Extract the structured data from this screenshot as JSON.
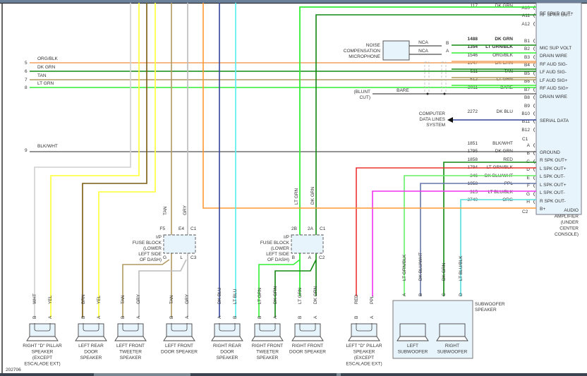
{
  "figure_id": "202706",
  "colors": {
    "ORG/BLK": "#f0a060",
    "DK GRN": "#118811",
    "TAN": "#b09a60",
    "LT GRN": "#33ee33",
    "BLK/WHT": "#555555",
    "WHT": "#d0d0d0",
    "YEL": "#ffff33",
    "BRN": "#7a5a10",
    "GRY": "#bbbbbb",
    "ORG": "#ff9933",
    "DK BLU": "#334499",
    "LT BLU": "#55eeee",
    "RED": "#ee3333",
    "PPL": "#ee33ee",
    "LT GRN/BLK": "#66ee66",
    "DK BLU/WHT": "#6677aa",
    "LT BLU/BLK": "#55dddd",
    "BARE": "#222222"
  },
  "left_circuits": [
    {
      "num": "5",
      "color": "ORG/BLK"
    },
    {
      "num": "6",
      "color": "DK GRN"
    },
    {
      "num": "7",
      "color": "TAN"
    },
    {
      "num": "8",
      "color": "LT GRN"
    },
    {
      "num": "9",
      "color": "BLK/WHT"
    }
  ],
  "amplifier": {
    "label": "AUDIO AMPLIFIER (UNDER CENTER CONSOLE)",
    "label_lines": [
      "AUDIO",
      "AMPLIFIER",
      "(UNDER",
      "CENTER",
      "CONSOLE)"
    ],
    "connector1": "C1",
    "connector2": "C2",
    "pins": [
      {
        "pin": "A10",
        "circuit": "117",
        "color": "DK GRN",
        "function": "RF SPKR OUT-"
      },
      {
        "pin": "A11",
        "circuit": "",
        "color": "",
        "function": ""
      },
      {
        "pin": "A12",
        "circuit": "",
        "color": "",
        "function": ""
      },
      {
        "pin": "B1",
        "circuit": "1488",
        "color": "DK GRN",
        "function": "MIC SUP VOLT"
      },
      {
        "pin": "B2",
        "circuit": "1354",
        "color": "LT GRN/BLK",
        "function": "DRAIN WIRE"
      },
      {
        "pin": "B3",
        "circuit": "1546",
        "color": "ORG/BLK",
        "function": "RF AUD SIG-"
      },
      {
        "pin": "B4",
        "circuit": "1947",
        "color": "DK GRN",
        "function": "LF AUD SIG-"
      },
      {
        "pin": "B5",
        "circuit": "511",
        "color": "TAN",
        "function": "LF AUD SIG+"
      },
      {
        "pin": "B6",
        "circuit": "512",
        "color": "LT GRN",
        "function": "RF AUD SIG+"
      },
      {
        "pin": "B7",
        "circuit": "2011",
        "color": "BARE",
        "function": "DRAIN WIRE"
      },
      {
        "pin": "B8",
        "circuit": "",
        "color": "",
        "function": ""
      },
      {
        "pin": "B9",
        "circuit": "",
        "color": "",
        "function": ""
      },
      {
        "pin": "B10",
        "circuit": "2272",
        "color": "DK BLU",
        "function": "SERIAL DATA"
      },
      {
        "pin": "B11",
        "circuit": "",
        "color": "",
        "function": ""
      },
      {
        "pin": "B12",
        "circuit": "",
        "color": "",
        "function": ""
      },
      {
        "pin": "A",
        "circuit": "1851",
        "color": "BLK/WHT",
        "function": "GROUND"
      },
      {
        "pin": "B",
        "circuit": "1795",
        "color": "DK GRN",
        "function": "R SPK OUT+"
      },
      {
        "pin": "C",
        "circuit": "1858",
        "color": "RED",
        "function": "L SPK OUT+"
      },
      {
        "pin": "D",
        "circuit": "1794",
        "color": "LT GRN/BLK",
        "function": "L SPK OUT-"
      },
      {
        "pin": "E",
        "circuit": "346",
        "color": "DK BLU/WHT",
        "function": "L SPK OUT+"
      },
      {
        "pin": "F",
        "circuit": "1958",
        "color": "PPL",
        "function": "L SPK OUT-"
      },
      {
        "pin": "G",
        "circuit": "315",
        "color": "LT BLU/BLK",
        "function": "R SPK OUT-"
      },
      {
        "pin": "H",
        "circuit": "3740",
        "color": "ORG",
        "function": "B+"
      }
    ],
    "top_function": "RF SPKR OUT+"
  },
  "microphone": {
    "label_lines": [
      "NOISE",
      "COMPENSATION",
      "MICROPHONE"
    ],
    "wires": [
      {
        "label": "NCA",
        "pin": "B"
      },
      {
        "label": "NCA",
        "pin": "A"
      }
    ]
  },
  "blunt_cut": {
    "label_lines": [
      "(BLUNT",
      "CUT)"
    ],
    "wire": "BARE"
  },
  "computer_data": {
    "label_lines": [
      "COMPUTER",
      "DATA LINES",
      "SYSTEM"
    ]
  },
  "fuse_blocks": [
    {
      "label_lines": [
        "I/P",
        "FUSE BLOCK",
        "(LOWER",
        "LEFT SIDE",
        "OF DASH)"
      ],
      "top_pins": [
        "F5",
        "E4"
      ],
      "top_conn": "C1",
      "bottom_pins": [
        "G",
        "L"
      ],
      "bottom_conn": "C3",
      "wires_in": [
        "TAN",
        "GRY"
      ]
    },
    {
      "label_lines": [
        "I/P",
        "FUSE BLOCK",
        "(LOWER",
        "LEFT SIDE",
        "OF DASH)"
      ],
      "top_pins": [
        "2B",
        "2A"
      ],
      "top_conn": "C1",
      "bottom_pins": [
        "B",
        "A"
      ],
      "bottom_conn": "C2",
      "wires_in": [
        "LT GRN",
        "DK GRN"
      ]
    }
  ],
  "speakers": [
    {
      "name_lines": [
        "RIGHT \"D\" PILLAR",
        "SPEAKER",
        "(EXCEPT",
        "ESCALADE EXT)"
      ],
      "pins": [
        {
          "pin": "B",
          "color": "WHT"
        },
        {
          "pin": "A",
          "color": "YEL"
        }
      ]
    },
    {
      "name_lines": [
        "LEFT REAR",
        "DOOR",
        "SPEAKER"
      ],
      "pins": [
        {
          "pin": "B",
          "color": "BRN"
        },
        {
          "pin": "A",
          "color": "YEL"
        }
      ]
    },
    {
      "name_lines": [
        "LEFT FRONT",
        "TWEETER",
        "SPEAKER"
      ],
      "pins": [
        {
          "pin": "B",
          "color": "TAN"
        },
        {
          "pin": "A",
          "color": "GRY"
        }
      ]
    },
    {
      "name_lines": [
        "LEFT FRONT",
        "DOOR SPEAKER"
      ],
      "pins": [
        {
          "pin": "B",
          "color": "TAN"
        },
        {
          "pin": "A",
          "color": "GRY"
        }
      ]
    },
    {
      "name_lines": [
        "RIGHT REAR",
        "DOOR",
        "SPEAKER"
      ],
      "pins": [
        {
          "pin": "A",
          "color": "DK BLU"
        },
        {
          "pin": "B",
          "color": "LT BLU"
        }
      ]
    },
    {
      "name_lines": [
        "RIGHT FRONT",
        "TWEETER",
        "SPEAKER"
      ],
      "pins": [
        {
          "pin": "B",
          "color": "LT GRN"
        },
        {
          "pin": "A",
          "color": "DK GRN"
        }
      ]
    },
    {
      "name_lines": [
        "RIGHT FRONT",
        "DOOR SPEAKER"
      ],
      "pins": [
        {
          "pin": "B",
          "color": "LT GRN"
        },
        {
          "pin": "A",
          "color": "DK GRN"
        }
      ]
    },
    {
      "name_lines": [
        "LEFT \"D\" PILLAR",
        "SPEAKER",
        "(EXCEPT",
        "ESCALADE EXT)"
      ],
      "pins": [
        {
          "pin": "B",
          "color": "RED"
        },
        {
          "pin": "A",
          "color": "PPL"
        }
      ]
    }
  ],
  "subwoofer": {
    "label_lines": [
      "SUBWOOFER",
      "SPEAKER"
    ],
    "pins": [
      {
        "pin": "A",
        "color": "LT GRN/BLK"
      },
      {
        "pin": "B",
        "color": "DK BLU/WHT"
      },
      {
        "pin": "C",
        "color": "DK GRN"
      },
      {
        "pin": "D",
        "color": "LT BLU/BLK"
      }
    ],
    "units": [
      {
        "name_lines": [
          "LEFT",
          "SUBWOOFER"
        ]
      },
      {
        "name_lines": [
          "RIGHT",
          "SUBWOOFER"
        ]
      }
    ]
  }
}
